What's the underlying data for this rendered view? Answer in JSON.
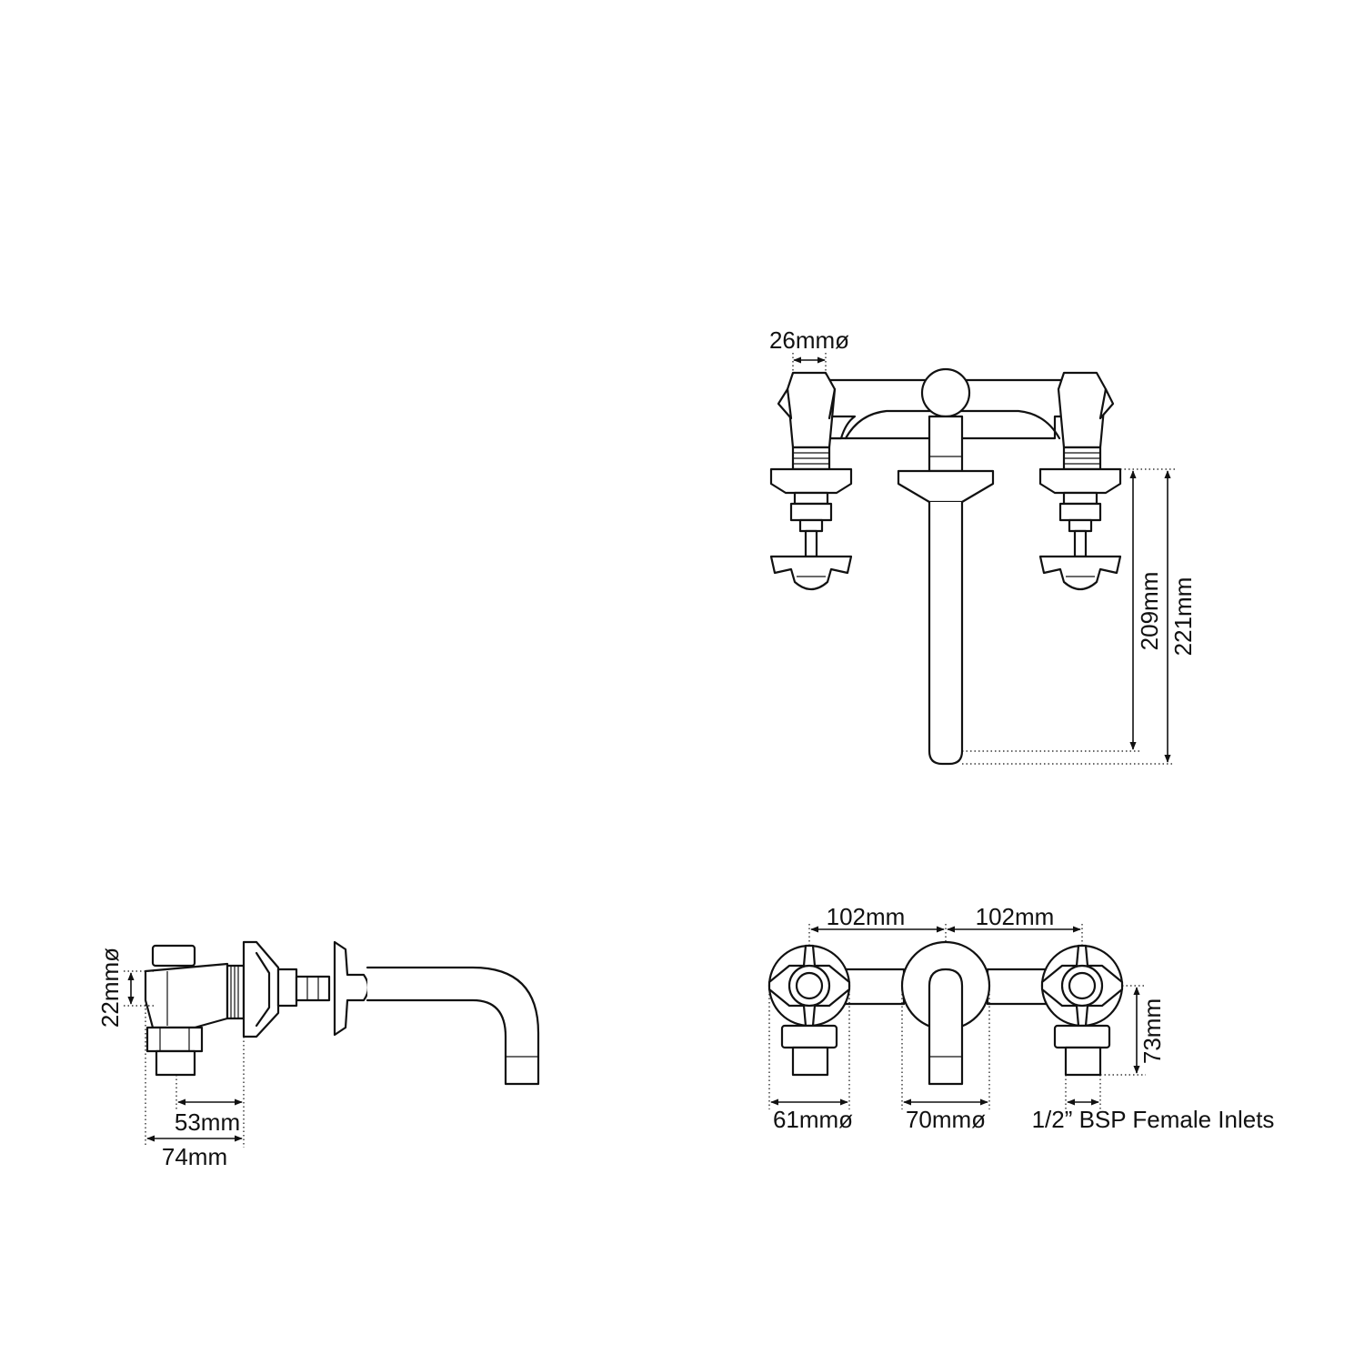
{
  "colors": {
    "line": "#111111",
    "background": "#ffffff"
  },
  "front_view": {
    "handle_diameter": "26mmø",
    "spout_drop_inner": "209mm",
    "spout_drop_outer": "221mm"
  },
  "side_view": {
    "inlet_diameter": "22mmø",
    "body_depth": "53mm",
    "overall_depth": "74mm"
  },
  "plan_view": {
    "centre_left": "102mm",
    "centre_right": "102mm",
    "valve_plate_diameter": "61mmø",
    "spout_plate_diameter": "70mmø",
    "inlet_height": "73mm",
    "inlet_note": "1/2” BSP Female Inlets"
  }
}
